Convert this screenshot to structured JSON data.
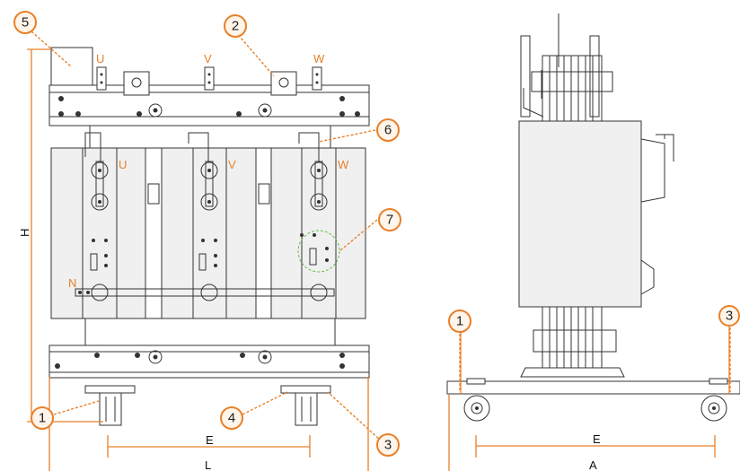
{
  "phase_labels_top": [
    "U",
    "V",
    "W"
  ],
  "phase_labels_coil": [
    "U",
    "V",
    "W"
  ],
  "neutral_label": "N",
  "dimension_labels": {
    "height": "H",
    "wheel_spacing_front": "E",
    "length": "L",
    "wheel_spacing_side": "E",
    "width": "A"
  },
  "callouts": [
    "1",
    "2",
    "3",
    "4",
    "5",
    "6",
    "7"
  ],
  "side_callouts": [
    "1",
    "3"
  ],
  "colors": {
    "accent": "#e8802a",
    "drawing_line": "#333333",
    "coil_fill": "#f0f0f0",
    "highlight_circle": "#66bb44"
  }
}
